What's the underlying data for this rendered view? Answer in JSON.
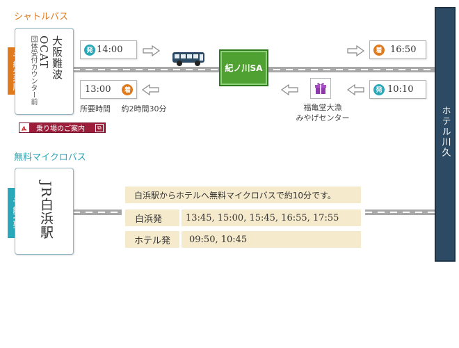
{
  "shuttle": {
    "title": "シャトルバス",
    "reservation_badge": "予約先着順",
    "origin_name": "大阪難波OCAT",
    "origin_sub": "団体受付カウンター前",
    "depart_origin_icon": "発",
    "depart_origin_time": "14:00",
    "arrive_origin_time": "13:00",
    "arrive_origin_icon": "着",
    "duration_label": "所要時間",
    "duration_value": "約2時間30分",
    "boarding_guide": "乗り場のご案内",
    "sa_label": "紀ノ川SA",
    "arrive_hotel_icon": "着",
    "arrive_hotel_time": "16:50",
    "depart_hotel_icon": "発",
    "depart_hotel_time": "10:10",
    "gift_shop": "福亀堂大漁\nみやげセンター"
  },
  "micro": {
    "title": "無料マイクロバス",
    "reservation_badge": "予約不要",
    "station_name": "JR白浜駅",
    "info": "白浜駅からホテルへ無料マイクロバスで約10分です。",
    "row1_label": "白浜発",
    "row1_times": "13:45, 15:00, 15:45, 16:55, 17:55",
    "row2_label": "ホテル発",
    "row2_times": "09:50, 10:45"
  },
  "hotel": {
    "name": "ホテル川久"
  },
  "colors": {
    "orange": "#e07a1f",
    "teal": "#2aa7b8",
    "navy": "#2c4a63",
    "green": "#4fa132",
    "pdf_red": "#d42b2b"
  },
  "icons": [
    "bus-icon",
    "gift-icon",
    "arrow-right-icon",
    "arrow-left-icon",
    "pdf-icon",
    "new-window-icon"
  ]
}
